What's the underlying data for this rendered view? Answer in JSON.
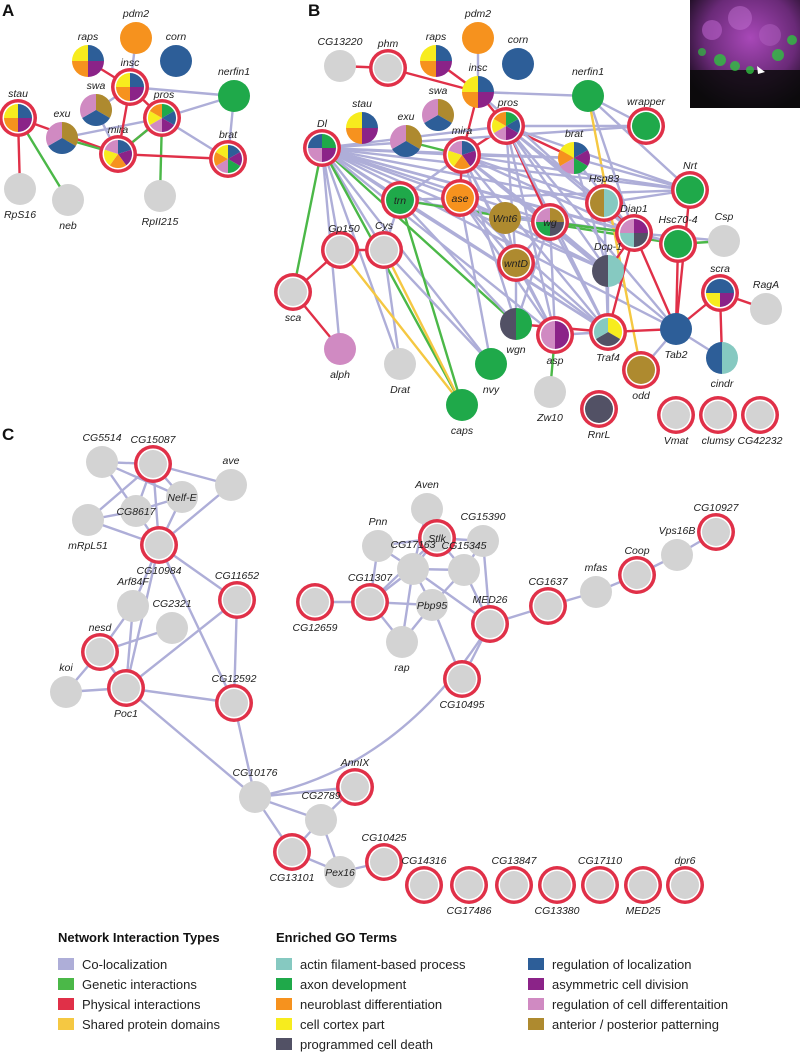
{
  "panels": [
    "A",
    "B",
    "C"
  ],
  "colors": {
    "gray": "#d3d3d3",
    "red": "#e03048",
    "ring": "#e03048"
  },
  "legend": {
    "interaction_title": "Network Interaction Types",
    "interactions": [
      {
        "label": "Co-localization",
        "color": "#aeaed8"
      },
      {
        "label": "Genetic interactions",
        "color": "#4bb848"
      },
      {
        "label": "Physical interactions",
        "color": "#e03048"
      },
      {
        "label": "Shared protein domains",
        "color": "#f5c842"
      }
    ],
    "go_title": "Enriched GO Terms",
    "go": [
      {
        "key": "actin",
        "label": "actin filament-based process",
        "color": "#86c9c1"
      },
      {
        "key": "axon",
        "label": "axon development",
        "color": "#1fa94a"
      },
      {
        "key": "neuro",
        "label": "neuroblast differentiation",
        "color": "#f6921e"
      },
      {
        "key": "cortex",
        "label": "cell cortex part",
        "color": "#f7ec1e"
      },
      {
        "key": "death",
        "label": "programmed cell death",
        "color": "#525165"
      },
      {
        "key": "local",
        "label": "regulation of localization",
        "color": "#2d5e98"
      },
      {
        "key": "asym",
        "label": "asymmetric cell division",
        "color": "#8b2388"
      },
      {
        "key": "diff",
        "label": "regulation of cell differentaition",
        "color": "#d08ac2"
      },
      {
        "key": "ap",
        "label": "anterior / posterior patterning",
        "color": "#ae8a2f"
      }
    ]
  },
  "networks": {
    "A": {
      "nodes": [
        {
          "id": "pdm2",
          "label": "pdm2",
          "fill": [
            "neuro"
          ],
          "ring": false
        },
        {
          "id": "corn",
          "label": "corn",
          "fill": [
            "local"
          ],
          "ring": false
        },
        {
          "id": "raps",
          "label": "raps",
          "fill": [
            "local",
            "asym",
            "neuro",
            "cortex"
          ],
          "ring": false
        },
        {
          "id": "insc",
          "label": "insc",
          "fill": [
            "local",
            "asym",
            "neuro",
            "cortex"
          ],
          "ring": true
        },
        {
          "id": "nerfin1",
          "label": "nerfin1",
          "fill": [
            "axon"
          ],
          "ring": false
        },
        {
          "id": "stau",
          "label": "stau",
          "fill": [
            "local",
            "asym",
            "neuro",
            "cortex"
          ],
          "ring": true
        },
        {
          "id": "swa",
          "label": "swa",
          "fill": [
            "ap",
            "local",
            "diff"
          ],
          "ring": false
        },
        {
          "id": "exu",
          "label": "exu",
          "fill": [
            "ap",
            "local",
            "diff"
          ],
          "ring": false
        },
        {
          "id": "pros",
          "label": "pros",
          "fill": [
            "axon",
            "local",
            "asym",
            "diff",
            "cortex",
            "neuro"
          ],
          "ring": true
        },
        {
          "id": "mira",
          "label": "mira",
          "fill": [
            "local",
            "asym",
            "neuro",
            "cortex",
            "diff"
          ],
          "ring": true
        },
        {
          "id": "brat",
          "label": "brat",
          "fill": [
            "local",
            "asym",
            "axon",
            "diff",
            "neuro",
            "cortex"
          ],
          "ring": true
        },
        {
          "id": "RpS16",
          "label": "RpS16",
          "fill": [],
          "ring": false
        },
        {
          "id": "neb",
          "label": "neb",
          "fill": [],
          "ring": false
        },
        {
          "id": "RpII215",
          "label": "RpII215",
          "fill": [],
          "ring": false
        }
      ]
    },
    "B": {
      "nodes": [
        {
          "id": "CG13220",
          "label": "CG13220",
          "fill": [],
          "ring": false
        },
        {
          "id": "phm",
          "label": "phm",
          "fill": [],
          "ring": true
        },
        {
          "id": "raps",
          "label": "raps",
          "fill": [
            "local",
            "asym",
            "neuro",
            "cortex"
          ],
          "ring": false
        },
        {
          "id": "pdm2",
          "label": "pdm2",
          "fill": [
            "neuro"
          ],
          "ring": false
        },
        {
          "id": "corn",
          "label": "corn",
          "fill": [
            "local"
          ],
          "ring": false
        },
        {
          "id": "insc",
          "label": "insc",
          "fill": [
            "local",
            "asym",
            "neuro",
            "cortex"
          ],
          "ring": false
        },
        {
          "id": "nerfin1",
          "label": "nerfin1",
          "fill": [
            "axon"
          ],
          "ring": false
        },
        {
          "id": "stau",
          "label": "stau",
          "fill": [
            "local",
            "asym",
            "neuro",
            "cortex"
          ],
          "ring": false
        },
        {
          "id": "swa",
          "label": "swa",
          "fill": [
            "ap",
            "local",
            "diff"
          ],
          "ring": false
        },
        {
          "id": "exu",
          "label": "exu",
          "fill": [
            "ap",
            "local",
            "diff"
          ],
          "ring": false
        },
        {
          "id": "pros",
          "label": "pros",
          "fill": [
            "axon",
            "local",
            "asym",
            "diff",
            "cortex",
            "neuro"
          ],
          "ring": true
        },
        {
          "id": "wrapper",
          "label": "wrapper",
          "fill": [
            "axon"
          ],
          "ring": true
        },
        {
          "id": "Dl",
          "label": "Dl",
          "fill": [
            "axon",
            "asym",
            "diff",
            "local"
          ],
          "ring": true
        },
        {
          "id": "mira",
          "label": "mira",
          "fill": [
            "local",
            "asym",
            "neuro",
            "cortex",
            "diff"
          ],
          "ring": true
        },
        {
          "id": "brat",
          "label": "brat",
          "fill": [
            "local",
            "asym",
            "axon",
            "diff",
            "neuro",
            "cortex"
          ],
          "ring": false
        },
        {
          "id": "Nrt",
          "label": "Nrt",
          "fill": [
            "axon"
          ],
          "ring": true
        },
        {
          "id": "trn",
          "label": "trn",
          "fill": [
            "axon"
          ],
          "ring": true
        },
        {
          "id": "ase",
          "label": "ase",
          "fill": [
            "neuro"
          ],
          "ring": true
        },
        {
          "id": "Hsp83",
          "label": "Hsp83",
          "fill": [
            "actin",
            "ap"
          ],
          "ring": true
        },
        {
          "id": "Wnt6",
          "label": "Wnt6",
          "fill": [
            "ap"
          ],
          "ring": false
        },
        {
          "id": "wg",
          "label": "wg",
          "fill": [
            "ap",
            "death",
            "axon",
            "diff"
          ],
          "ring": true
        },
        {
          "id": "Diap1",
          "label": "Diap1",
          "fill": [
            "asym",
            "death",
            "actin",
            "diff"
          ],
          "ring": true
        },
        {
          "id": "Hsc70-4",
          "label": "Hsc70-4",
          "fill": [
            "axon"
          ],
          "ring": true
        },
        {
          "id": "Csp",
          "label": "Csp",
          "fill": [],
          "ring": false
        },
        {
          "id": "Cys",
          "label": "Cys",
          "fill": [],
          "ring": true
        },
        {
          "id": "Gp150",
          "label": "Gp150",
          "fill": [],
          "ring": true
        },
        {
          "id": "wntD",
          "label": "wntD",
          "fill": [
            "ap"
          ],
          "ring": true
        },
        {
          "id": "Dcp-1",
          "label": "Dcp-1",
          "fill": [
            "actin",
            "death"
          ],
          "ring": false
        },
        {
          "id": "scra",
          "label": "scra",
          "fill": [
            "local",
            "asym",
            "cortex",
            "local2"
          ],
          "ring": true
        },
        {
          "id": "RagA",
          "label": "RagA",
          "fill": [],
          "ring": false
        },
        {
          "id": "sca",
          "label": "sca",
          "fill": [],
          "ring": true
        },
        {
          "id": "wgn",
          "label": "wgn",
          "fill": [
            "axon",
            "death"
          ],
          "ring": false
        },
        {
          "id": "asp",
          "label": "asp",
          "fill": [
            "asym",
            "diff"
          ],
          "ring": true
        },
        {
          "id": "Traf4",
          "label": "Traf4",
          "fill": [
            "cortex",
            "death",
            "actin"
          ],
          "ring": true
        },
        {
          "id": "Tab2",
          "label": "Tab2",
          "fill": [
            "local"
          ],
          "ring": false
        },
        {
          "id": "alph",
          "label": "alph",
          "fill": [
            "diff"
          ],
          "ring": false
        },
        {
          "id": "Drat",
          "label": "Drat",
          "fill": [],
          "ring": false
        },
        {
          "id": "nvy",
          "label": "nvy",
          "fill": [
            "axon"
          ],
          "ring": false
        },
        {
          "id": "odd",
          "label": "odd",
          "fill": [
            "ap"
          ],
          "ring": true
        },
        {
          "id": "cindr",
          "label": "cindr",
          "fill": [
            "actin",
            "local"
          ],
          "ring": false
        },
        {
          "id": "caps",
          "label": "caps",
          "fill": [
            "axon"
          ],
          "ring": false
        },
        {
          "id": "Zw10",
          "label": "Zw10",
          "fill": [],
          "ring": false
        },
        {
          "id": "RnrL",
          "label": "RnrL",
          "fill": [
            "death"
          ],
          "ring": true
        },
        {
          "id": "Vmat",
          "label": "Vmat",
          "fill": [],
          "ring": true
        },
        {
          "id": "clumsy",
          "label": "clumsy",
          "fill": [],
          "ring": true
        },
        {
          "id": "CG42232",
          "label": "CG42232",
          "fill": [],
          "ring": true
        }
      ]
    },
    "C": {
      "nodes": [
        {
          "id": "CG5514",
          "label": "CG5514",
          "ring": false
        },
        {
          "id": "CG15087",
          "label": "CG15087",
          "ring": true
        },
        {
          "id": "ave",
          "label": "ave",
          "ring": false
        },
        {
          "id": "Nelf-E",
          "label": "Nelf-E",
          "ring": false
        },
        {
          "id": "CG8617",
          "label": "CG8617",
          "ring": false
        },
        {
          "id": "mRpL51",
          "label": "mRpL51",
          "ring": false
        },
        {
          "id": "CG10984",
          "label": "CG10984",
          "ring": true
        },
        {
          "id": "Arf84F",
          "label": "Arf84F",
          "ring": false
        },
        {
          "id": "CG11652",
          "label": "CG11652",
          "ring": true
        },
        {
          "id": "CG2321",
          "label": "CG2321",
          "ring": false
        },
        {
          "id": "nesd",
          "label": "nesd",
          "ring": true
        },
        {
          "id": "koi",
          "label": "koi",
          "ring": false
        },
        {
          "id": "Poc1",
          "label": "Poc1",
          "ring": true
        },
        {
          "id": "CG12592",
          "label": "CG12592",
          "ring": true
        },
        {
          "id": "Aven",
          "label": "Aven",
          "ring": false
        },
        {
          "id": "Pnn",
          "label": "Pnn",
          "ring": false
        },
        {
          "id": "Stlk",
          "label": "Stlk",
          "ring": true
        },
        {
          "id": "CG15390",
          "label": "CG15390",
          "ring": false
        },
        {
          "id": "CG17163",
          "label": "CG17163",
          "ring": false
        },
        {
          "id": "CG15345",
          "label": "CG15345",
          "ring": false
        },
        {
          "id": "CG11307",
          "label": "CG11307",
          "ring": true
        },
        {
          "id": "CG12659",
          "label": "CG12659",
          "ring": true
        },
        {
          "id": "Pbp95",
          "label": "Pbp95",
          "ring": false
        },
        {
          "id": "rap",
          "label": "rap",
          "ring": false
        },
        {
          "id": "MED26",
          "label": "MED26",
          "ring": true
        },
        {
          "id": "CG10495",
          "label": "CG10495",
          "ring": true
        },
        {
          "id": "CG1637",
          "label": "CG1637",
          "ring": true
        },
        {
          "id": "mfas",
          "label": "mfas",
          "ring": false
        },
        {
          "id": "Coop",
          "label": "Coop",
          "ring": true
        },
        {
          "id": "Vps16B",
          "label": "Vps16B",
          "ring": false
        },
        {
          "id": "CG10927",
          "label": "CG10927",
          "ring": true
        },
        {
          "id": "CG10176",
          "label": "CG10176",
          "ring": false
        },
        {
          "id": "AnnIX",
          "label": "AnnIX",
          "ring": true
        },
        {
          "id": "CG2789",
          "label": "CG2789",
          "ring": false
        },
        {
          "id": "CG13101",
          "label": "CG13101",
          "ring": true
        },
        {
          "id": "Pex16",
          "label": "Pex16",
          "ring": false
        },
        {
          "id": "CG10425",
          "label": "CG10425",
          "ring": true
        },
        {
          "id": "CG14316",
          "label": "CG14316",
          "ring": true
        },
        {
          "id": "CG17486",
          "label": "CG17486",
          "ring": true
        },
        {
          "id": "CG13847",
          "label": "CG13847",
          "ring": true
        },
        {
          "id": "CG13380",
          "label": "CG13380",
          "ring": true
        },
        {
          "id": "CG17110",
          "label": "CG17110",
          "ring": true
        },
        {
          "id": "MED25",
          "label": "MED25",
          "ring": true
        },
        {
          "id": "dpr6",
          "label": "dpr6",
          "ring": true
        }
      ]
    }
  }
}
